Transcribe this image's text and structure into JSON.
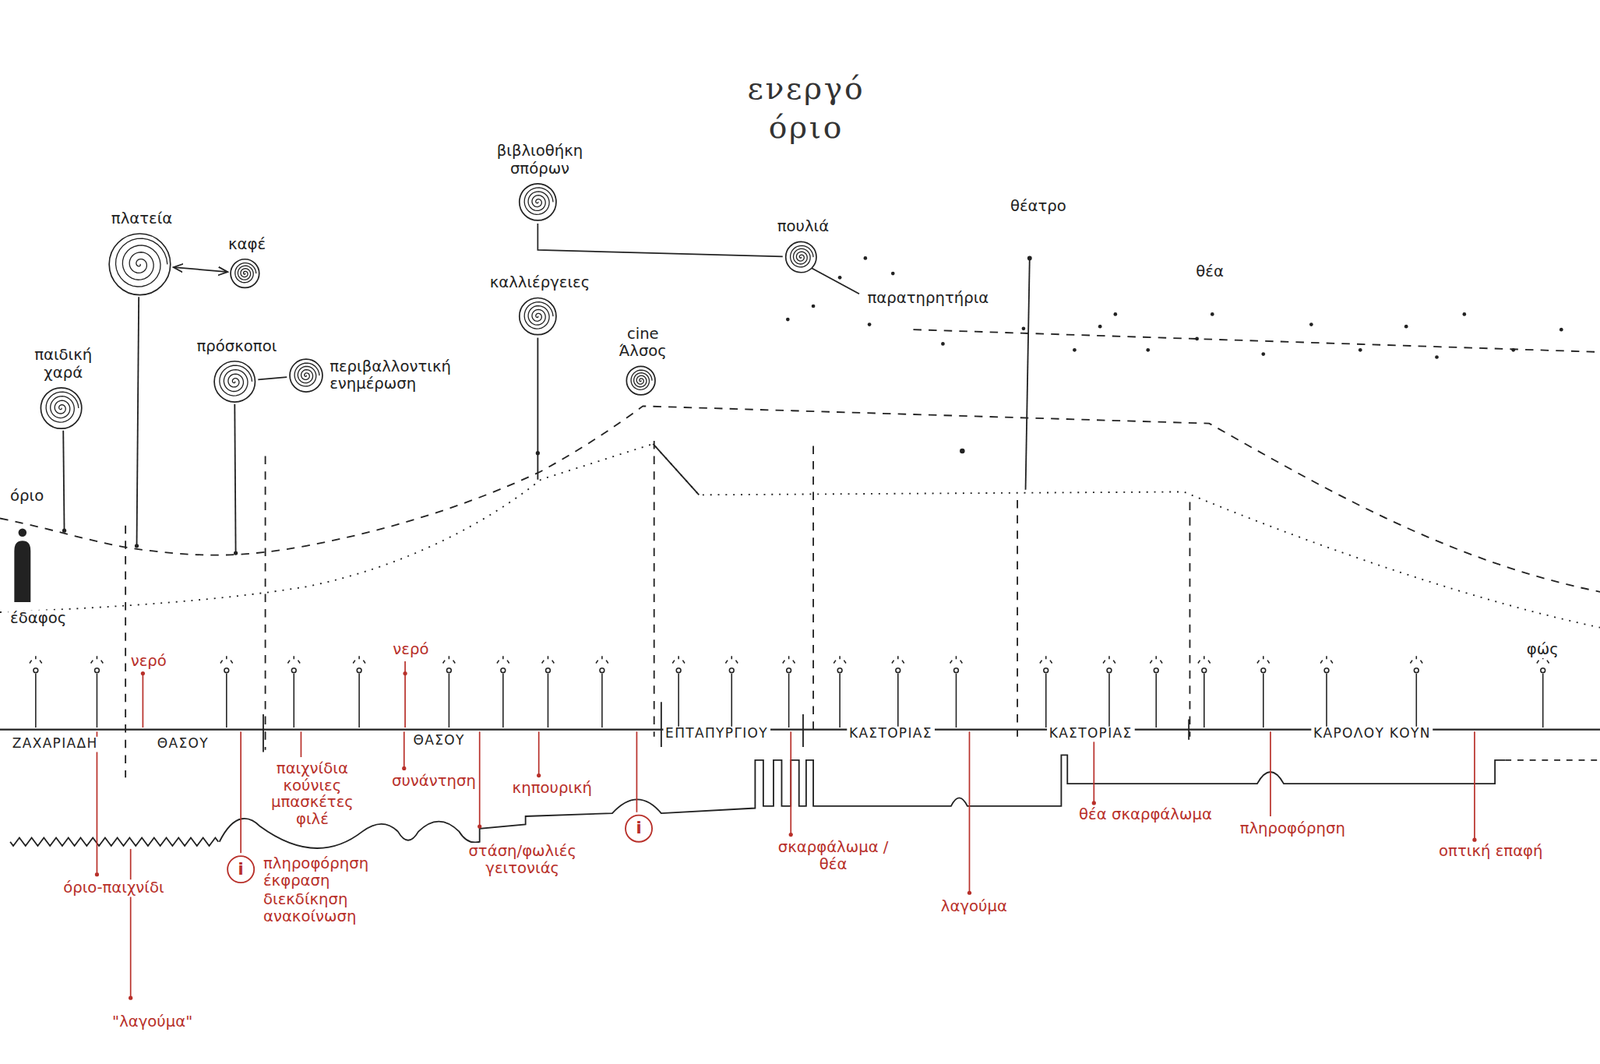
{
  "diagram": {
    "title": "ενεργό όριο",
    "nodes": [
      {
        "text": [
          "παιδική χαρά"
        ]
      },
      {
        "text": [
          "πλατεία"
        ]
      },
      {
        "text": [
          "καφέ"
        ]
      },
      {
        "text": [
          "πρόσκοποι"
        ]
      },
      {
        "text": [
          "περιβαλλοντική ενημέρωση"
        ]
      },
      {
        "text": [
          "βιβλιοθήκη σπόρων"
        ]
      },
      {
        "text": [
          "καλλιέργειες"
        ]
      },
      {
        "text": [
          "cine Άλσος"
        ]
      },
      {
        "text": [
          "πουλιά"
        ]
      },
      {
        "text": [
          "i"
        ]
      },
      {
        "text": [
          "i"
        ]
      }
    ],
    "edges": [
      {
        "from": 1,
        "to": 2,
        "arrow": "both"
      },
      {
        "from": 3,
        "to": 4,
        "arrow": "none"
      },
      {
        "from": 5,
        "to": 8,
        "arrow": "none"
      }
    ],
    "labels": [
      "παρατηρητήρια",
      "θέατρο",
      "θέα",
      "όριο",
      "έδαφος",
      "νερό",
      "νερό",
      "φώς",
      "ΖΑΧΑΡΙΑΔΗ",
      "ΘΑΣΟΥ",
      "ΘΑΣΟΥ",
      "ΕΠΤΑΠΥΡΓΙΟΥ",
      "ΚΑΣΤΟΡΙΑΣ",
      "ΚΑΣΤΟΡΙΑΣ",
      "ΚΑΡΟΛΟΥ ΚΟΥΝ",
      "παιχνίδια κούνιες μπασκέτες φιλέ",
      "συνάντηση",
      "κηπουρική",
      "όριο-παιχνίδι",
      "\"λαγούμα\"",
      "πληροφόρηση έκφραση διεκδίκηση ανακοίνωση",
      "στάση/φωλιές γειτονιάς",
      "σκαρφάλωμα /θέα",
      "λαγούμα",
      "θέα σκαρφάλωμα",
      "πληροφόρηση",
      "οπτική επαφή"
    ]
  }
}
